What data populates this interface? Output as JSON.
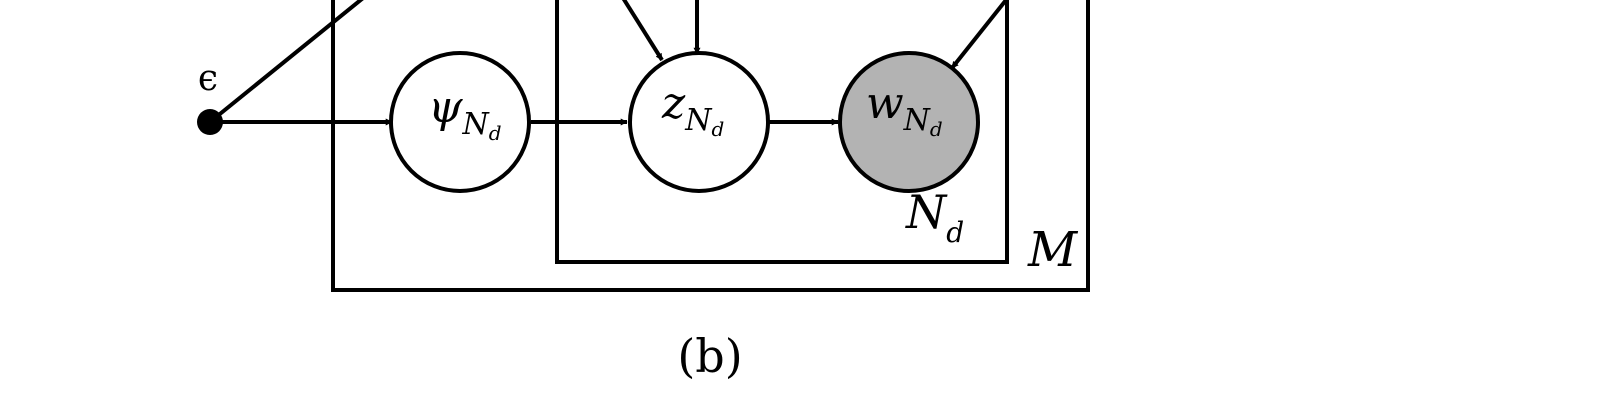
{
  "nodes": {
    "epsilon": {
      "label": "ϵ"
    },
    "psi": {
      "symbol": "ψ",
      "subscript": "N",
      "subsub": "d"
    },
    "z": {
      "symbol": "z",
      "subscript": "N",
      "subsub": "d"
    },
    "w": {
      "symbol": "w",
      "subscript": "N",
      "subsub": "d",
      "fill": "#b3b3b3"
    }
  },
  "plates": {
    "inner": {
      "label": "N",
      "label_sub": "d"
    },
    "outer": {
      "label": "M"
    }
  },
  "caption": "(b)",
  "colors": {
    "stroke": "#000000",
    "observed_fill": "#b3b3b3",
    "background": "#ffffff"
  }
}
